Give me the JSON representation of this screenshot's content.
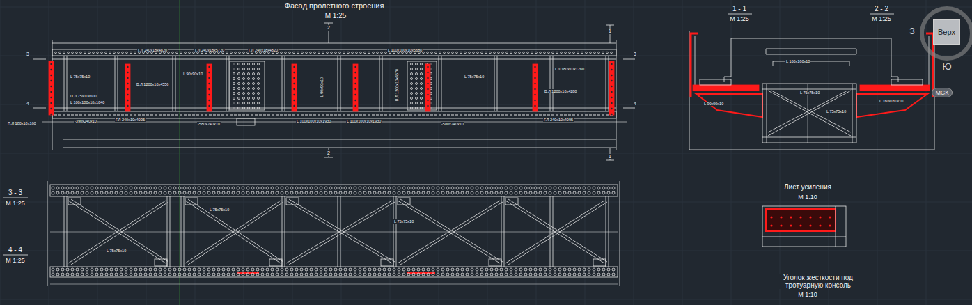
{
  "diagram": {
    "title": "Фасад пролетного строения",
    "nodes": [
      {
        "text": [
          "Верх"
        ]
      },
      {
        "text": [
          "МСК"
        ]
      }
    ],
    "labels": [
      "М 1:25",
      "1 - 1",
      "М 1:25",
      "2 - 2",
      "М 1:25",
      "3 - 3",
      "М 1:25",
      "4 - 4",
      "М 1:25",
      "Лист усиления",
      "М 1:10",
      "Уголок жесткости под тротуарную консоль",
      "М 1:10",
      "1",
      "1",
      "2",
      "2",
      "3",
      "3",
      "4",
      "4",
      "Г.Л 240х18х4820",
      "Г.Л 240х18х5720",
      "Г.Л 240х18х4820",
      "L 100х100х10х5680",
      "L 75х75х10",
      "В.Л 1200х10х4556",
      "L 90х90х10",
      "L 75х75х10",
      "В.Л 1200х10х4280",
      "Г.Л 180х10х1260",
      "П.Л 75х10х600",
      "L 100х100х10х1840",
      "П.Л 180х10х160",
      "-390х240х10",
      "Г.Л 240х10х4095",
      "-580х240х10",
      "L 100х100х10х1930",
      "L 100х100х10х1930",
      "-580х240х10",
      "Г.Л 240х10х4095",
      "В.Л 1200х10х4570",
      "L 90х90х10",
      "L 75х75х10",
      "L 75х75х10",
      "L 75х75х10",
      "L 160х160х10",
      "L 75х75х10",
      "L 90х90х10",
      "L 75х75х10",
      "L 160х160х10",
      "З",
      "Ю"
    ]
  }
}
